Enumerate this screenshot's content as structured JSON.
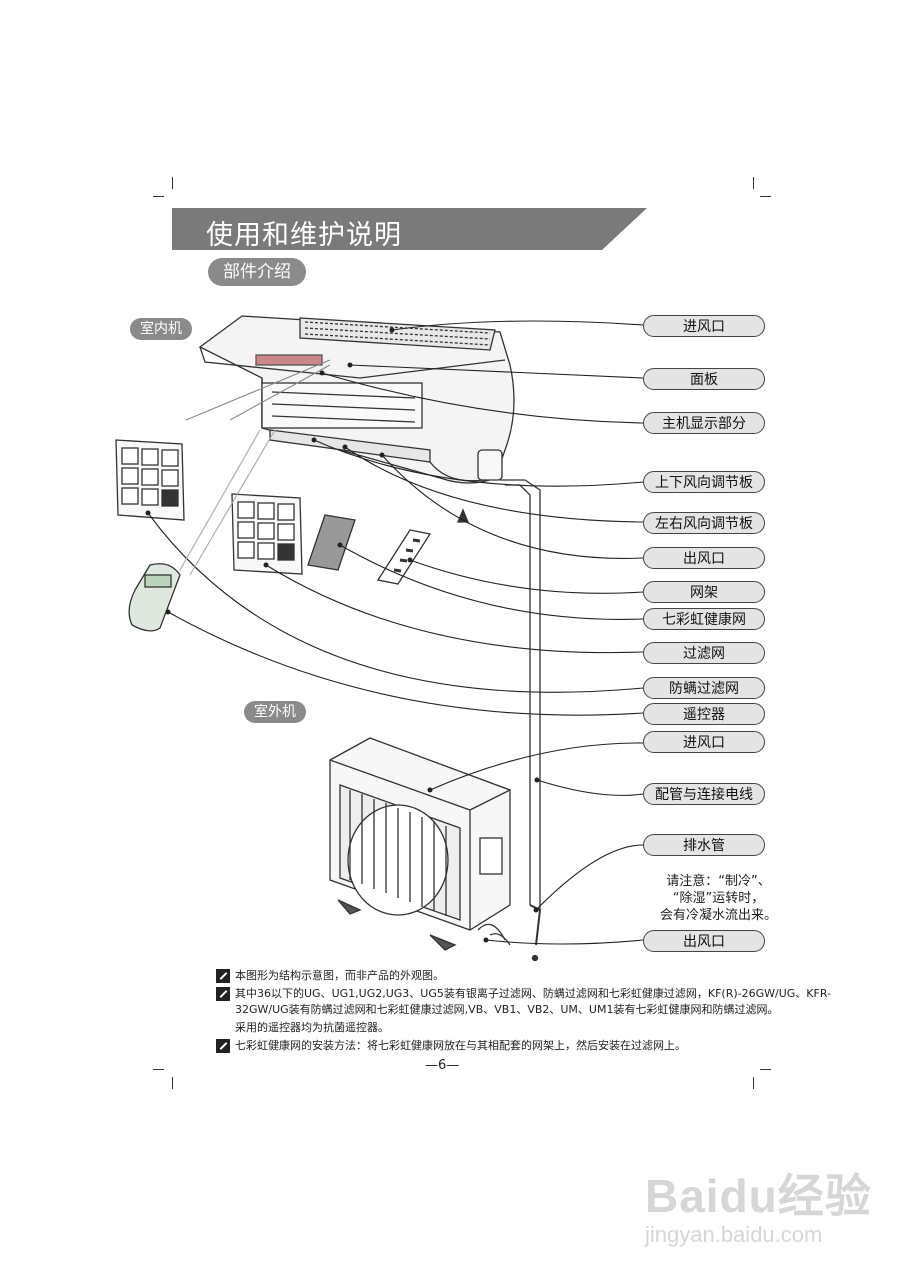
{
  "header": {
    "title": "使用和维护说明",
    "subtitle": "部件介绍"
  },
  "sections": {
    "indoor": "室内机",
    "outdoor": "室外机"
  },
  "labels": [
    "进风口",
    "面板",
    "主机显示部分",
    "上下风向调节板",
    "左右风向调节板",
    "出风口",
    "网架",
    "七彩虹健康网",
    "过滤网",
    "防螨过滤网",
    "遥控器",
    "进风口",
    "配管与连接电线",
    "排水管",
    "出风口"
  ],
  "caution": {
    "line1": "请注意：“制冷”、",
    "line2": "“除湿”运转时，",
    "line3": "会有冷凝水流出来。"
  },
  "notes": [
    "本图形为结构示意图，而非产品的外观图。",
    "其中36以下的UG、UG1,UG2,UG3、UG5装有银离子过滤网、防螨过滤网和七彩虹健康过滤网，KF(R)-26GW/UG、KFR-32GW/UG装有防螨过滤网和七彩虹健康过滤网,VB、VB1、VB2、UM、UM1装有七彩虹健康网和防螨过滤网。",
    "采用的遥控器均为抗菌遥控器。",
    "七彩虹健康网的安装方法：将七彩虹健康网放在与其相配套的网架上，然后安装在过滤网上。"
  ],
  "page_number": "—6—",
  "watermark": {
    "logo": "Baidu经验",
    "url": "jingyan.baidu.com"
  },
  "colors": {
    "title_bg": "#7a7a7a",
    "pill_bg": "#e4e4e4",
    "sub_pill": "#8a8a8a"
  }
}
